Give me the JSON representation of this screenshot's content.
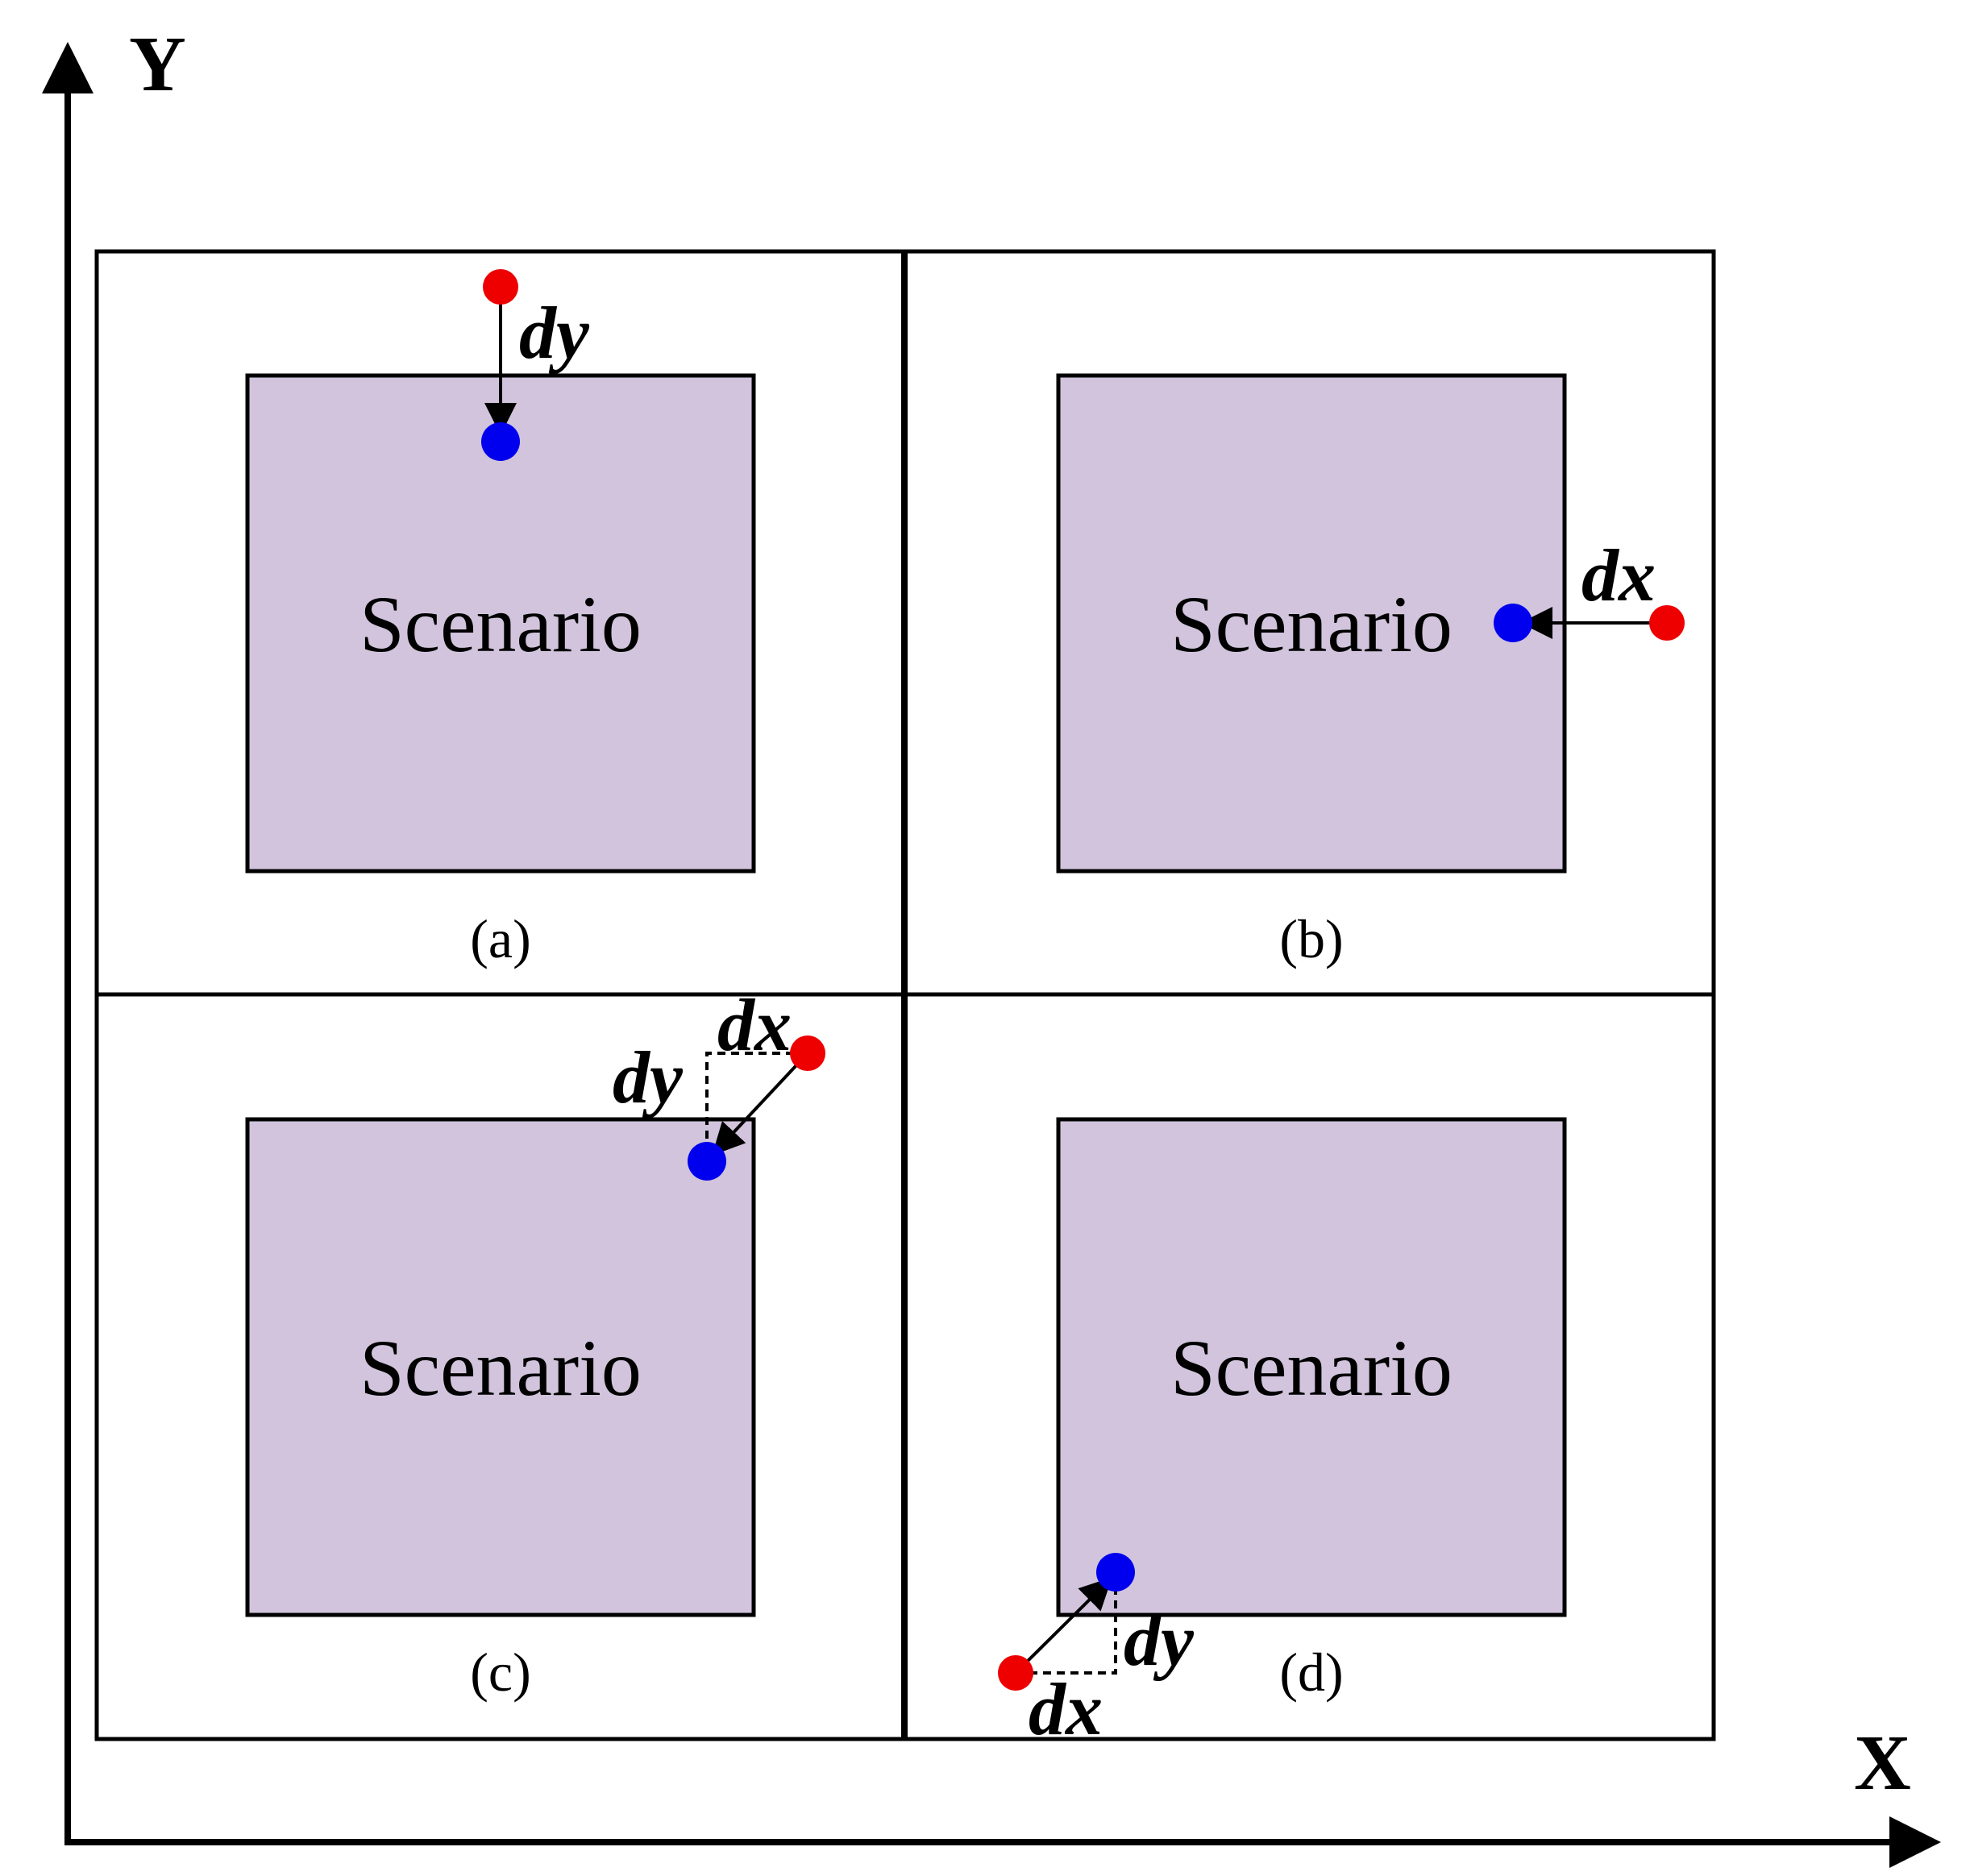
{
  "axes": {
    "x_label": "X",
    "y_label": "Y"
  },
  "scenario_label": "Scenario",
  "panels": [
    {
      "id": "a",
      "caption": "(a)",
      "labels": [
        "dy"
      ]
    },
    {
      "id": "b",
      "caption": "(b)",
      "labels": [
        "dx"
      ]
    },
    {
      "id": "c",
      "caption": "(c)",
      "labels": [
        "dx",
        "dy"
      ]
    },
    {
      "id": "d",
      "caption": "(d)",
      "labels": [
        "dy",
        "dx"
      ]
    }
  ],
  "colors": {
    "scenario_fill": "#d1c4dc",
    "outside_point": "#ee0000",
    "inside_point": "#0000ee",
    "line": "#000000"
  }
}
